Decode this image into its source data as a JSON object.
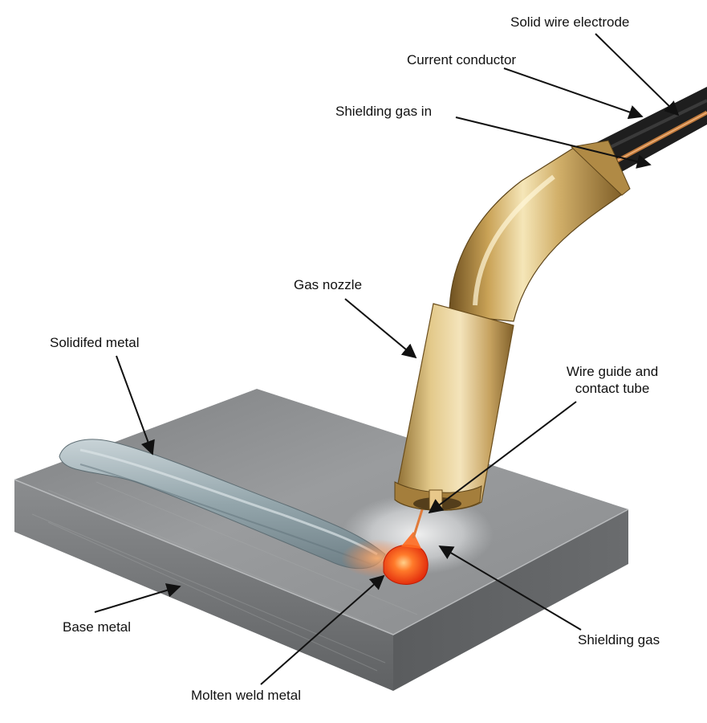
{
  "labels": {
    "solid_wire_electrode": "Solid wire electrode",
    "current_conductor": "Current conductor",
    "shielding_gas_in": "Shielding gas in",
    "gas_nozzle": "Gas nozzle",
    "solidified_metal": "Solidifed metal",
    "wire_guide_line1": "Wire guide and",
    "wire_guide_line2": "contact tube",
    "base_metal": "Base metal",
    "shielding_gas": "Shielding gas",
    "molten_weld_metal": "Molten weld metal"
  },
  "colors": {
    "plate_top": "#8a8c8e",
    "plate_front": "#6f7173",
    "plate_side": "#5c5e60",
    "torch_brass": "#c9a860",
    "torch_highlight": "#f3e4b8",
    "torch_shadow": "#7a5a24",
    "cable": "#1e1e1e",
    "copper_wire": "#c07a3c",
    "weld_bead": "#9fb0b6",
    "molten_pool": "#ff3b10",
    "molten_glow": "#ff9a4a",
    "arrow": "#111111"
  },
  "icons": [
    "arrowhead-icon"
  ]
}
